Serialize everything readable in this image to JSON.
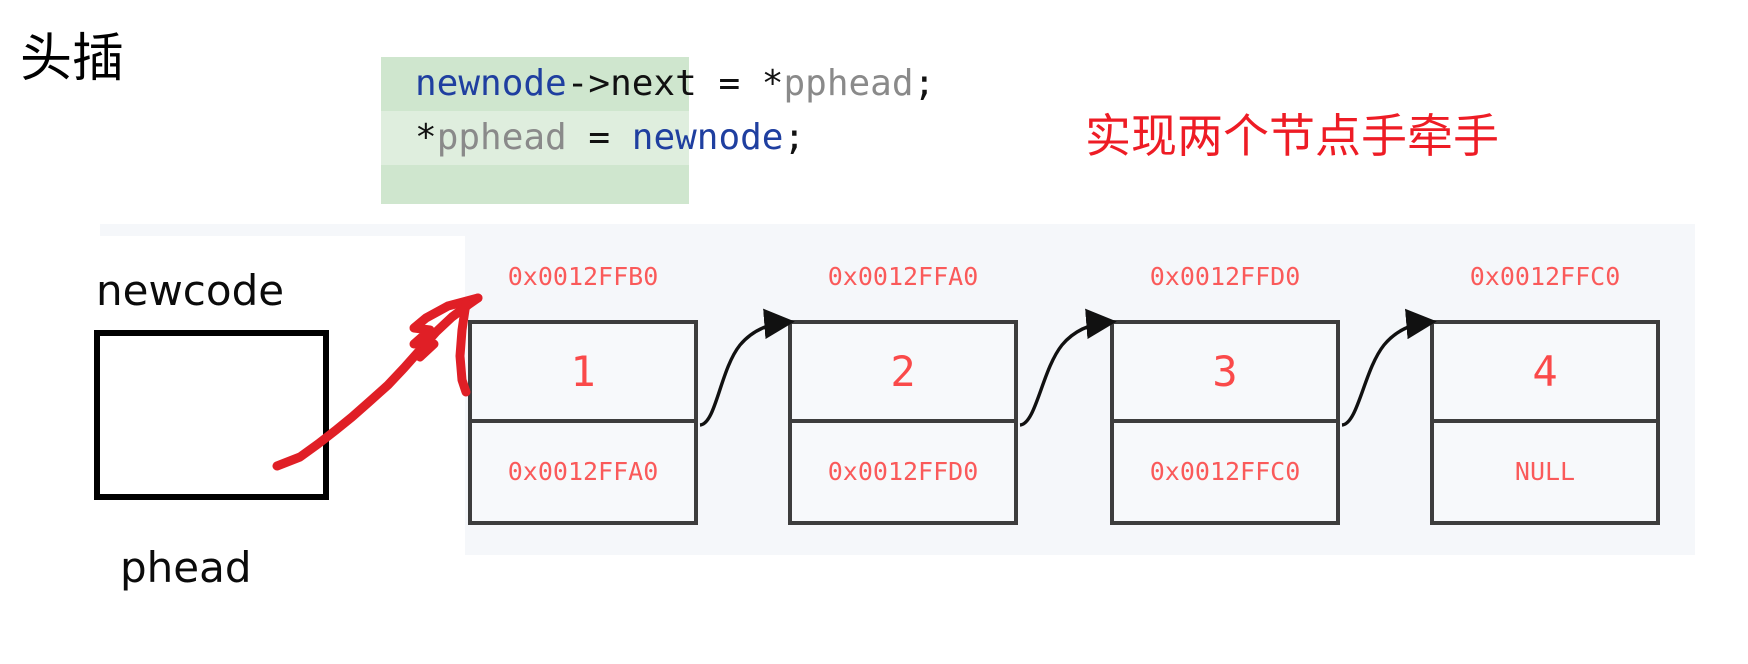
{
  "slide": {
    "title": "头插",
    "annotation_note": "实现两个节点手牵手",
    "note_color": "#ee1c25"
  },
  "code_block": {
    "background": "#cfe6ce",
    "lines": [
      {
        "tokens": [
          {
            "text": "newnode",
            "kind": "identifier",
            "color": "#1f3fa0"
          },
          {
            "text": "->next",
            "kind": "operator",
            "color": "#111111"
          },
          {
            "text": " = ",
            "kind": "operator",
            "color": "#111111"
          },
          {
            "text": "*",
            "kind": "operator",
            "color": "#111111"
          },
          {
            "text": "pphead",
            "kind": "pointer-var",
            "color": "#8a8a8a"
          },
          {
            "text": ";",
            "kind": "punctuation",
            "color": "#111111"
          }
        ],
        "plain": "newnode->next = *pphead;"
      },
      {
        "tokens": [
          {
            "text": "*",
            "kind": "operator",
            "color": "#111111"
          },
          {
            "text": "pphead",
            "kind": "pointer-var",
            "color": "#8a8a8a"
          },
          {
            "text": " = ",
            "kind": "operator",
            "color": "#111111"
          },
          {
            "text": "newnode",
            "kind": "identifier",
            "color": "#1f3fa0"
          },
          {
            "text": ";",
            "kind": "punctuation",
            "color": "#111111"
          }
        ],
        "plain": "*pphead = newnode;"
      }
    ]
  },
  "diagram": {
    "panel_background": "#f5f7fa",
    "pointer_box": {
      "top_label": "newcode",
      "bottom_label": "phead",
      "value": ""
    },
    "address_color": "#fa5a5a",
    "value_color": "#fa4a4a",
    "nodes": [
      {
        "address": "0x0012FFB0",
        "value": "1",
        "next": "0x0012FFA0"
      },
      {
        "address": "0x0012FFA0",
        "value": "2",
        "next": "0x0012FFD0"
      },
      {
        "address": "0x0012FFD0",
        "value": "3",
        "next": "0x0012FFC0"
      },
      {
        "address": "0x0012FFC0",
        "value": "4",
        "next": "NULL"
      }
    ],
    "red_arrow": {
      "name": "hand-drawn-red-arrow",
      "from": "newcode-box",
      "to": "node-1",
      "color": "#e01f26"
    }
  }
}
